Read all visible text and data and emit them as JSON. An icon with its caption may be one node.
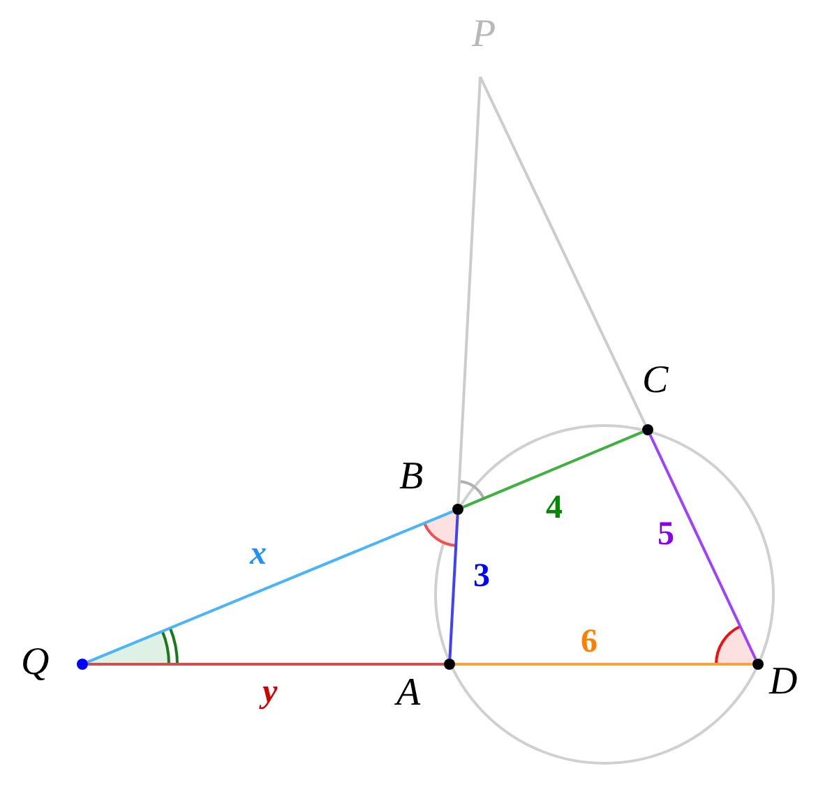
{
  "diagram": {
    "nodes": [
      {
        "text": [
          "P"
        ]
      },
      {
        "text": [
          "C"
        ]
      },
      {
        "text": [
          "B"
        ]
      },
      {
        "text": [
          "Q"
        ]
      },
      {
        "text": [
          "A"
        ]
      },
      {
        "text": [
          "D"
        ]
      }
    ],
    "edges": [
      {
        "from": 3,
        "to": 2,
        "arrow": "none",
        "label": "x",
        "color": "#4ab4f8"
      },
      {
        "from": 2,
        "to": 1,
        "arrow": "none",
        "label": "4",
        "color": "#40b040"
      },
      {
        "from": 2,
        "to": 4,
        "arrow": "none",
        "label": "3",
        "color": "#4040ff"
      },
      {
        "from": 1,
        "to": 5,
        "arrow": "none",
        "label": "5",
        "color": "#a040ff"
      },
      {
        "from": 3,
        "to": 4,
        "arrow": "none",
        "label": "y",
        "color": "#d05050"
      },
      {
        "from": 4,
        "to": 5,
        "arrow": "none",
        "label": "6",
        "color": "#ffa040"
      },
      {
        "from": 0,
        "to": 2,
        "arrow": "none",
        "color": "#cccccc"
      },
      {
        "from": 0,
        "to": 1,
        "arrow": "none",
        "color": "#cccccc"
      }
    ]
  }
}
